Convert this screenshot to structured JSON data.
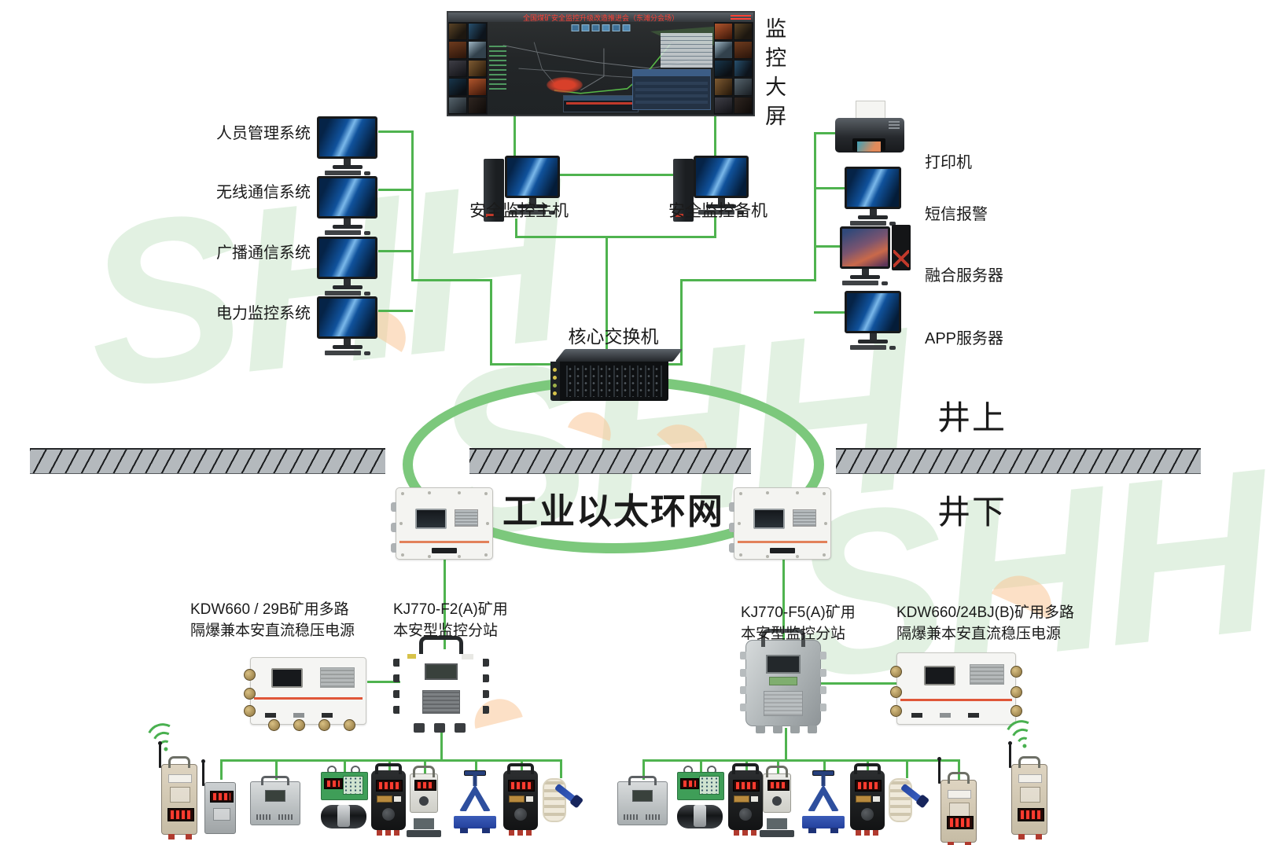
{
  "watermark": {
    "text": "SHH"
  },
  "screen": {
    "banner": "全国煤矿安全监控升级改造推进会（东滩分会场）",
    "side_label": "监控大屏"
  },
  "left_systems": [
    "人员管理系统",
    "无线通信系统",
    "广播通信系统",
    "电力监控系统"
  ],
  "hosts": [
    "安全监控主机",
    "安全监控备机"
  ],
  "right_devices": [
    "打印机",
    "短信报警",
    "融合服务器",
    "APP服务器"
  ],
  "core_switch_label": "核心交换机",
  "zones": {
    "above": "井上",
    "below": "井下"
  },
  "ring_label": "工业以太环网",
  "station_labels": {
    "left_power": {
      "l1": "KDW660 / 29B矿用多路",
      "l2": "隔爆兼本安直流稳压电源"
    },
    "left_station": {
      "l1": "KJ770-F2(A)矿用",
      "l2": "本安型监控分站"
    },
    "right_station": {
      "l1": "KJ770-F5(A)矿用",
      "l2": "本安型监控分站"
    },
    "right_power": {
      "l1": "KDW660/24BJ(B)矿用多路",
      "l2": "隔爆兼本安直流稳压电源"
    }
  },
  "icons": {
    "wifi": "wifi-signal-icon"
  },
  "colors": {
    "line_green": "#4fb34f",
    "ring_green": "#7cc87c",
    "hatch_gray": "#b4b9bd",
    "alert_red": "#e8492f",
    "watermark_green": "#85c687"
  }
}
